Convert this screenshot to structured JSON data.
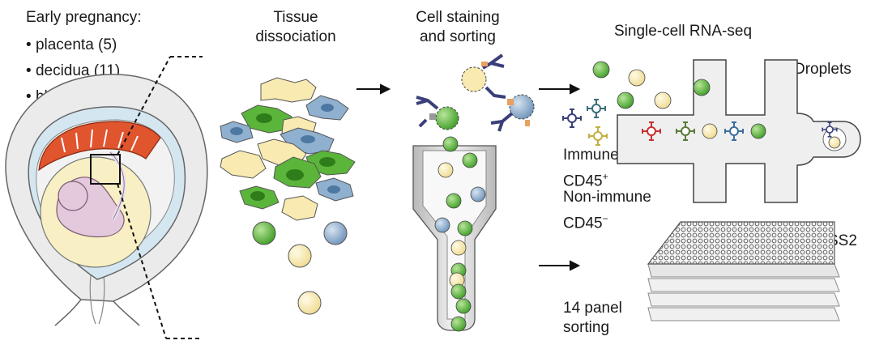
{
  "intro": {
    "title": "Early pregnancy:",
    "items": [
      "placenta (5)",
      "decidua (11)",
      "blood (6)"
    ]
  },
  "steps": {
    "dissociation": [
      "Tissue",
      "dissociation"
    ],
    "staining": [
      "Cell staining",
      "and sorting"
    ],
    "rnaseq": "Single-cell RNA-seq"
  },
  "labels": {
    "droplets": "Droplets",
    "immune": "Immune",
    "cd45_pos_base": "CD45",
    "cd45_pos_sup": "+",
    "nonimmune": "Non-immune",
    "cd45_neg_base": "CD45",
    "cd45_neg_sup": "−",
    "ss2": "SS2",
    "panel": [
      "14 panel",
      "sorting"
    ]
  },
  "colors": {
    "green": "#5bb53a",
    "yellow": "#f8eab0",
    "blue": "#8fb0cf",
    "placenta": "#e0542e",
    "fetus": "#e4c8dc",
    "amnion": "#f8f0c4"
  }
}
